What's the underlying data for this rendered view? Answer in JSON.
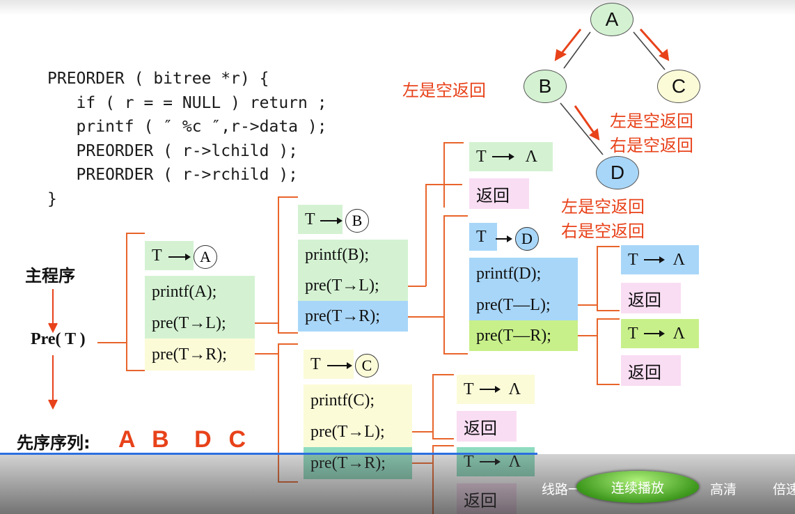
{
  "code": {
    "lines": [
      "PREORDER ( bitree *r) {",
      "   if ( r = = NULL ) return ;",
      "   printf ( ″ %c ″,r->data );",
      "   PREORDER ( r->lchild );",
      "   PREORDER ( r->rchild );",
      "}"
    ]
  },
  "labels": {
    "main_program": "主程序",
    "pre_t": "Pre( T )",
    "preorder_seq_label": "先序序列:",
    "preorder_seq_value": "A  B   D  C"
  },
  "tree": {
    "nodes": {
      "a": "A",
      "b": "B",
      "c": "C",
      "d": "D"
    },
    "colors": {
      "green": "#d4f2d2",
      "yellow": "#fbfbd8",
      "blue": "#a8d6f8",
      "arrow": "#e8421a"
    }
  },
  "notes": {
    "left_empty": "左是空返回",
    "c_left": "左是空返回",
    "c_right": "右是空返回",
    "d_left": "左是空返回",
    "d_right": "右是空返回"
  },
  "frames": {
    "a": {
      "t": "T",
      "node": "A",
      "printf": "printf(A);",
      "pre_l": "pre(T→L);",
      "pre_r": "pre(T→R);"
    },
    "b": {
      "t": "T",
      "node": "B",
      "printf": "printf(B);",
      "pre_l": "pre(T→L);",
      "pre_r": "pre(T→R);"
    },
    "c": {
      "t": "T",
      "node": "C",
      "printf": "printf(C);",
      "pre_l": "pre(T→L);",
      "pre_r": "pre(T→R);"
    },
    "d": {
      "t": "T",
      "node": "D",
      "printf": "printf(D);",
      "pre_l": "pre(T—L);",
      "pre_r": "pre(T—R);"
    }
  },
  "leaf": {
    "t": "T",
    "null": "Λ",
    "ret": "返回"
  },
  "player": {
    "line": "线路一",
    "autoplay": "连续播放",
    "quality": "高清",
    "speed": "倍速"
  }
}
